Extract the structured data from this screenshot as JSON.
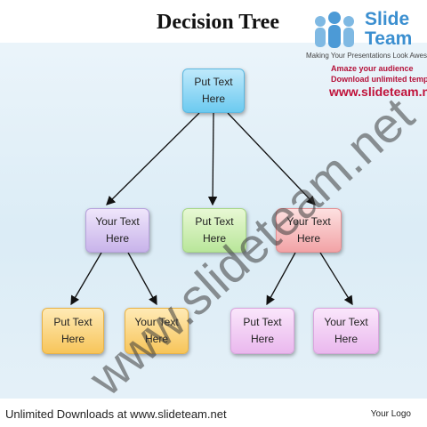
{
  "title": "Decision Tree",
  "logo": {
    "brand_line1": "Slide",
    "brand_line2": "Team",
    "tagline": "Making Your Presentations Look Awesome",
    "promo_line1": "Amaze your audience",
    "promo_line2": "Download unlimited templates",
    "url": "www.slideteam.net"
  },
  "nodes": {
    "root": "Put Text\nHere",
    "level1_left": "Your Text\nHere",
    "level1_middle": "Put Text\nHere",
    "level1_right": "Your Text\nHere",
    "leaf_1": "Put Text\nHere",
    "leaf_2": "Your Text\nHere",
    "leaf_3": "Put Text\nHere",
    "leaf_4": "Your Text\nHere"
  },
  "watermark": "www.slideteam.net",
  "footer": {
    "left": "Unlimited Downloads at www.slideteam.net",
    "right": "Your Logo"
  }
}
